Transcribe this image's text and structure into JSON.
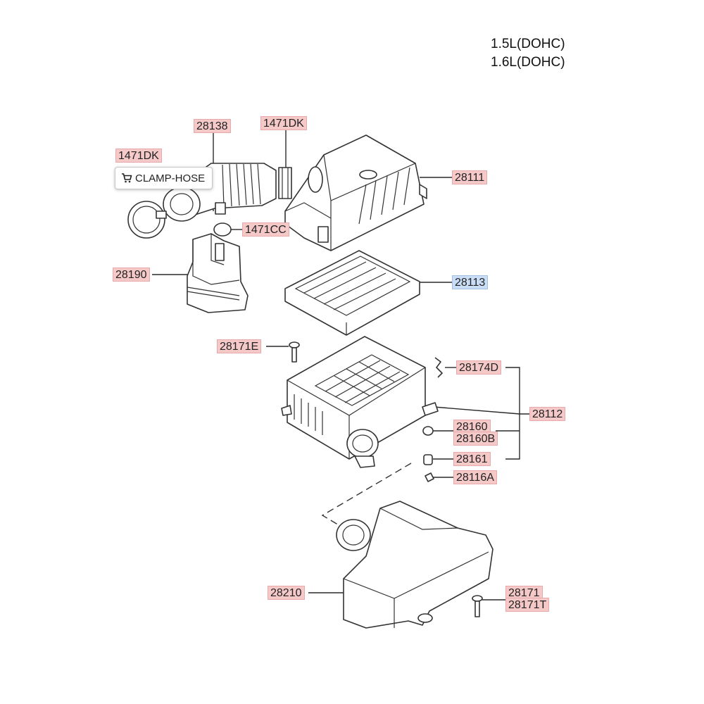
{
  "engine_variants": [
    "1.5L(DOHC)",
    "1.6L(DOHC)"
  ],
  "tooltip": {
    "icon": "cart-icon",
    "label": "CLAMP-HOSE"
  },
  "callouts": {
    "c28138": "28138",
    "c1471dk_top": "1471DK",
    "c1471dk_left": "1471DK",
    "c28111": "28111",
    "c1471cc": "1471CC",
    "c28190": "28190",
    "c28113": "28113",
    "c28171e": "28171E",
    "c28174d": "28174D",
    "c28112": "28112",
    "c28160": "28160",
    "c28160b": "28160B",
    "c28161": "28161",
    "c28116a": "28116A",
    "c28210": "28210",
    "c28171": "28171",
    "c28171t": "28171T"
  },
  "colors": {
    "callout_bg": "#f6c9c9",
    "callout_highlight_bg": "#c9def6",
    "line": "#2a2a2a"
  }
}
